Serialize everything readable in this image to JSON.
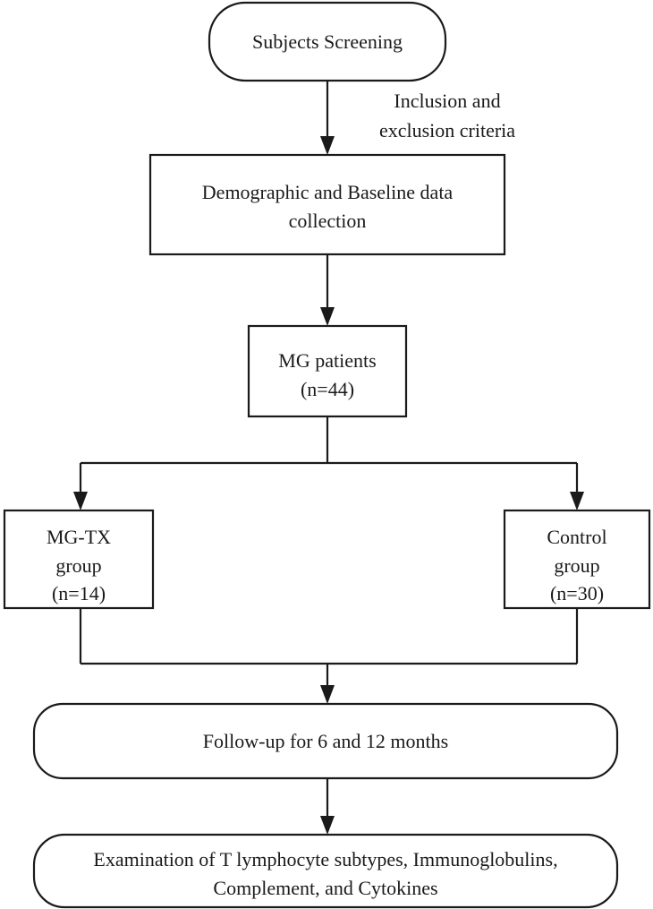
{
  "nodes": {
    "screening": {
      "lines": [
        "Subjects Screening"
      ]
    },
    "criteria_label": {
      "lines": [
        "Inclusion and",
        "exclusion criteria"
      ]
    },
    "demographic": {
      "lines": [
        "Demographic and Baseline data",
        "collection"
      ]
    },
    "mg_patients": {
      "lines": [
        "MG patients",
        "(n=44)"
      ]
    },
    "mg_tx": {
      "lines": [
        "MG-TX",
        "group",
        "(n=14)"
      ]
    },
    "control": {
      "lines": [
        "Control",
        "group",
        "(n=30)"
      ]
    },
    "followup": {
      "lines": [
        "Follow-up for 6 and 12 months"
      ]
    },
    "examination": {
      "lines": [
        "Examination of T lymphocyte subtypes, Immunoglobulins,",
        "Complement, and Cytokines"
      ]
    }
  }
}
